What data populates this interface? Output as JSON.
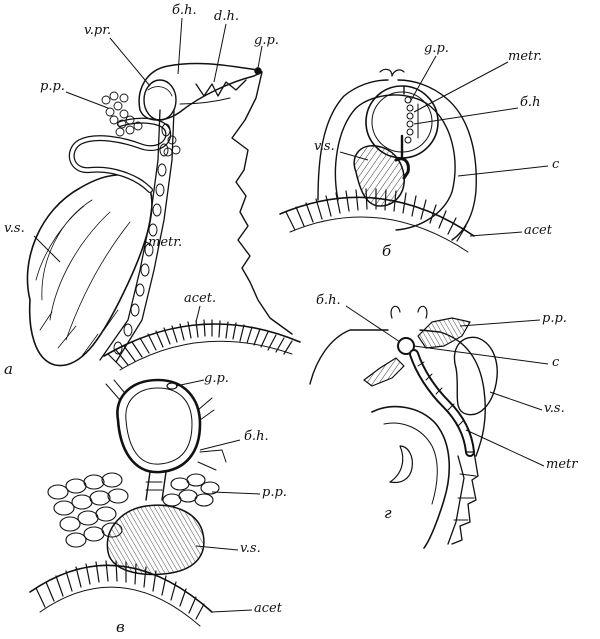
{
  "panels": {
    "a": {
      "letter": "a",
      "labels": {
        "vpr": "v.pr.",
        "bh": "б.h.",
        "dh": "d.h.",
        "gp": "g.p.",
        "pp": "p.p.",
        "vs": "v.s.",
        "metr": "metr.",
        "acet": "acet."
      }
    },
    "b": {
      "letter": "б",
      "labels": {
        "gp": "g.p.",
        "metr": "metr.",
        "bh": "б.h",
        "vs": "v.s.",
        "c": "c",
        "acet": "acet"
      }
    },
    "c": {
      "letter": "в",
      "labels": {
        "gp": "g.p.",
        "bh": "б.h.",
        "pp": "p.p.",
        "vs": "v.s.",
        "acet": "acet"
      }
    },
    "d": {
      "letter": "г",
      "labels": {
        "bh": "б.h.",
        "pp": "p.p.",
        "c": "c",
        "vs": "v.s.",
        "metr": "metr"
      }
    }
  }
}
